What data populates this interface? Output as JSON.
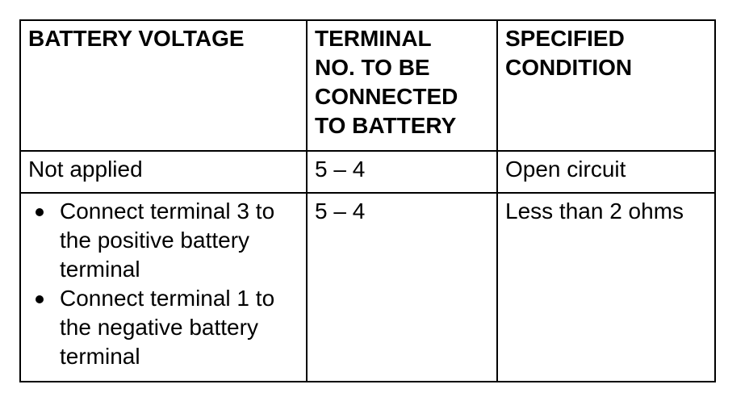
{
  "table": {
    "headers": [
      [
        "BATTERY VOLTAGE"
      ],
      [
        "TERMINAL",
        "NO. TO BE",
        "CONNECTED",
        "TO BATTERY"
      ],
      [
        "SPECIFIED",
        "CONDITION"
      ]
    ],
    "rows": [
      {
        "battery_voltage": "Not applied",
        "terminal": "5 – 4",
        "condition": "Open circuit"
      },
      {
        "battery_voltage_items": [
          "Connect terminal 3 to the positive battery terminal",
          "Connect terminal 1 to the negative battery terminal"
        ],
        "terminal": "5 – 4",
        "condition": "Less than 2 ohms"
      }
    ]
  }
}
